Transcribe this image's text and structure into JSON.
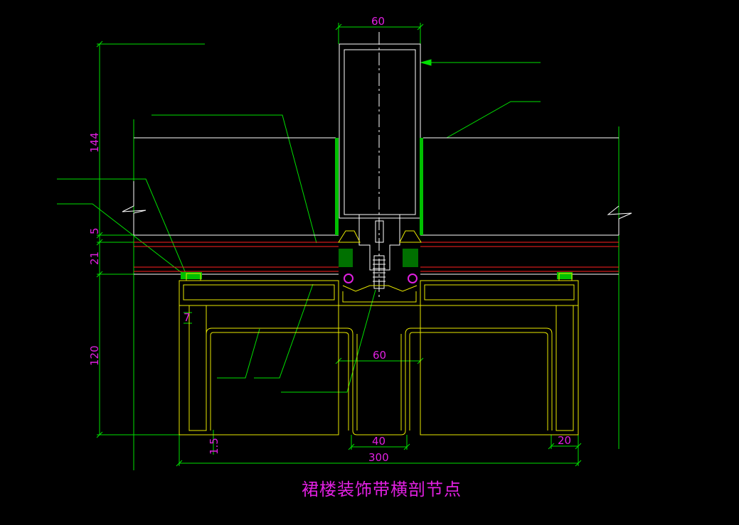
{
  "drawing": {
    "title": "裙楼装饰带横剖节点",
    "colors": {
      "background": "#000000",
      "dimension": "#00e000",
      "dimension_text": "#e020e0",
      "leader": "#00e000",
      "profile": "#e8e800",
      "outline": "#ffffff",
      "panel_edge": "#ff2020",
      "sealant": "#00c000"
    },
    "dimensions": {
      "top_width": "60",
      "mid_width": "60",
      "bottom_width_40": "40",
      "total_width": "300",
      "right_width": "20",
      "height_144": "144",
      "height_5": "5",
      "height_21": "21",
      "height_120": "120",
      "small_7": "7",
      "small_1_5": "1.5"
    }
  }
}
